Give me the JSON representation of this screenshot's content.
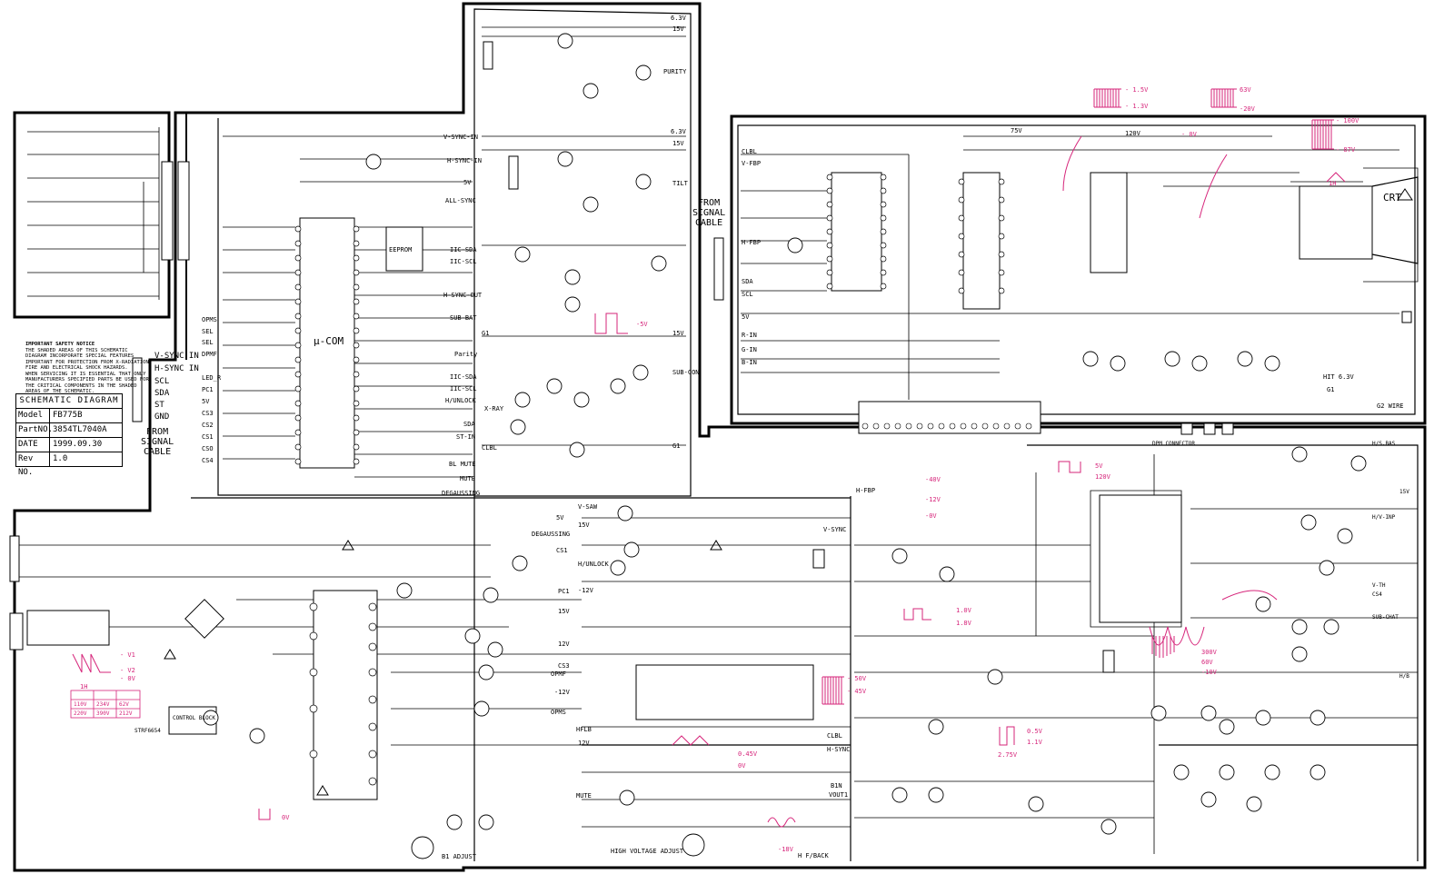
{
  "title_block": {
    "title": "SCHEMATIC    DIAGRAM",
    "rows": [
      {
        "key": "Model",
        "value": "FB775B"
      },
      {
        "key": "PartNO.",
        "value": "3854TL7040A"
      },
      {
        "key": "DATE",
        "value": "1999.09.30"
      },
      {
        "key": "Rev NO.",
        "value": "1.0"
      }
    ]
  },
  "safety_notice": {
    "heading": "IMPORTANT SAFETY NOTICE",
    "lines": [
      "THE SHADED AREAS OF THIS SCHEMATIC",
      "DIAGRAM INCORPORATE SPECIAL FEATURES",
      "IMPORTANT FOR PROTECTION FROM X-RADIATION",
      "FIRE AND ELECTRICAL SHOCK HAZARDS.",
      "WHEN SERVICING IT IS ESSENTIAL THAT ONLY",
      "MANUFACTURERS SPECIFIED PARTS BE USED FOR",
      "THE CRITICAL COMPONENTS IN THE SHADED",
      "AREAS OF THE SCHEMATIC."
    ]
  },
  "connector_labels": {
    "from_signal_cable_left": "FROM\nSIGNAL\nCABLE",
    "from_signal_cable_top": "FROM\nSIGNAL\nCABLE",
    "p402_pins": [
      "V-SYNC IN",
      "H-SYNC IN",
      "SCL",
      "SDA",
      "ST",
      "GND"
    ],
    "crt": "CRT",
    "micom": "μ-COM",
    "eeprom": "EEPROM"
  },
  "signal_labels": {
    "top": [
      "6.3V",
      "15V",
      "PURITY",
      "6.3V",
      "15V",
      "TILT",
      "V-SYNC-IN",
      "H-SYNC-IN",
      "5V",
      "ALL-SYNC",
      "IIC-SDA",
      "IIC-SCL",
      "H-SYNC-OUT",
      "SUB-BAT",
      "G1",
      "15V",
      "Parity",
      "IIC-SDA",
      "IIC-SCL",
      "SUB-CON",
      "H/UNLOCK",
      "X-RAY",
      "SDA",
      "ST-IN",
      "CLBL",
      "G1",
      "BL MUTE",
      "MUTE",
      "DEGAUSSING"
    ],
    "mcu_left": [
      "SEL",
      "SEL",
      "LED_R",
      "PC1",
      "5V",
      "CS3",
      "CS2",
      "CS1",
      "CSO",
      "CS4",
      "OPMS",
      "DPMF"
    ],
    "video": [
      "R-IN",
      "G-IN",
      "B-IN",
      "H-FBP",
      "SDA",
      "SCL",
      "5V",
      "CLBL",
      "V-FBP",
      "75V",
      "120V",
      "G1",
      "G2 WIRE",
      "HIT 6.3V"
    ],
    "horizontal": [
      "V-SAW",
      "DEGAUSSING",
      "15V",
      "CS1",
      "H/UNLOCK",
      "PC1",
      "-12V",
      "15V",
      "12V",
      "CS3",
      "OPMF",
      "-12V",
      "OPMS",
      "HFLB",
      "12V",
      "MUTE",
      "CLBL",
      "H-SYNC",
      "B1N",
      "VOUT1",
      "H F/BACK",
      "B1 ADJUST",
      "HIGH VOLTAGE ADJUST",
      "V-SYNC",
      "H-FBP",
      "-40V",
      "-12V",
      "-0V",
      "0V",
      "-5V",
      "-18V",
      "5V"
    ],
    "power": [
      "- V1",
      "- V2",
      "- 0V",
      "1H",
      "110V",
      "220V",
      "234V",
      "390V",
      "62V",
      "212V",
      "CONTROL BLOCK",
      "STRF6654"
    ],
    "right": [
      "DPM CONNECTOR",
      "H/S.BAS",
      "SUB-CHAT",
      "H/V-INP",
      "15V",
      "CS4",
      "H/B",
      "V-TH"
    ]
  },
  "waveform_labels": [
    "- 1.5V",
    "- 1.3V",
    "63V",
    "-20V",
    "- 100V",
    "- 87V",
    "- 0V",
    "1H",
    "5V",
    "120V",
    "- 50V",
    "- 45V",
    "1.0V",
    "1.8V",
    "0.45V",
    "0V",
    "300V",
    "60V",
    "-10V",
    "2.75V",
    "0.5V",
    "1.1V"
  ],
  "colors": {
    "line": "#000000",
    "annotation": "#d6247a",
    "background": "#ffffff"
  }
}
